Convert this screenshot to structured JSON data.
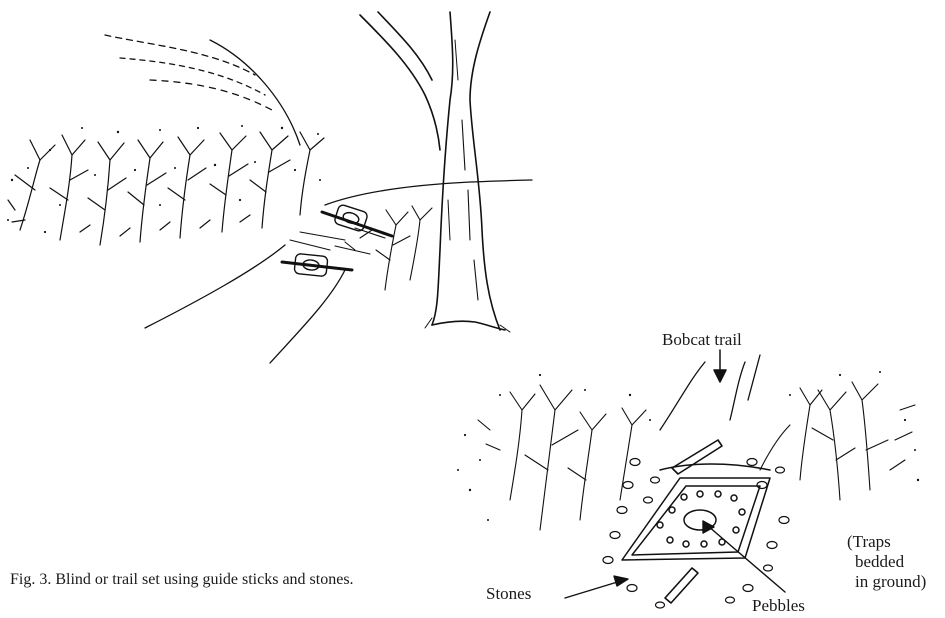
{
  "figure": {
    "caption": "Fig. 3.  Blind or trail set using guide sticks and stones."
  },
  "labels": {
    "bobcat_trail": "Bobcat trail",
    "stones": "Stones",
    "pebbles": "Pebbles",
    "traps_line1": "(Traps",
    "traps_line2": "bedded",
    "traps_line3": "in ground)"
  },
  "colors": {
    "ink": "#111111",
    "paper": "#ffffff"
  }
}
